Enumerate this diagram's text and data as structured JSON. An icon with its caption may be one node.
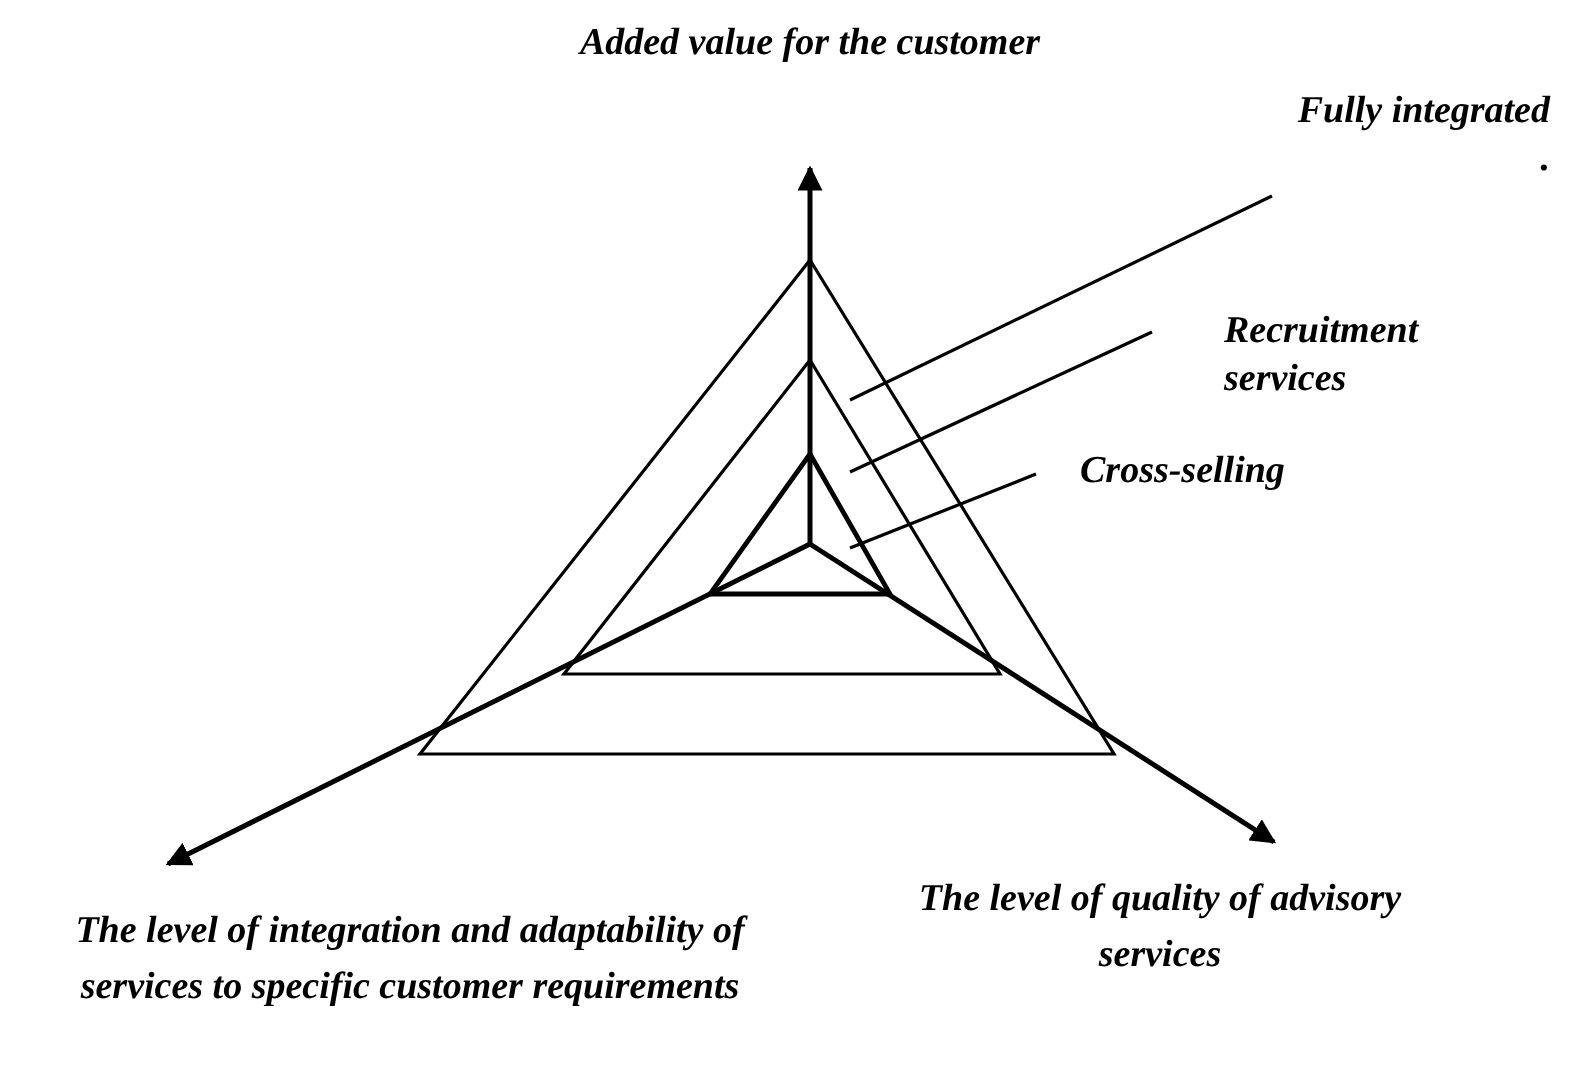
{
  "diagram": {
    "nodes": [
      {
        "text": [
          "Fully integrated ."
        ]
      },
      {
        "text": [
          "Recruitment services"
        ]
      },
      {
        "text": [
          "Cross-selling"
        ]
      },
      {
        "text": [],
        "shape": "triangle"
      },
      {
        "text": [],
        "shape": "triangle",
        "in": 3
      },
      {
        "text": [],
        "shape": "triangle",
        "in": 4
      }
    ],
    "edges": [
      {
        "from": 0,
        "to": 3,
        "arrow": "none"
      },
      {
        "from": 1,
        "to": 4,
        "arrow": "none"
      },
      {
        "from": 2,
        "to": 5,
        "arrow": "none"
      }
    ],
    "labels": [
      "Added value for the customer",
      "The level of integration and adaptability of services to specific customer requirements",
      "The level of quality of advisory services"
    ]
  }
}
